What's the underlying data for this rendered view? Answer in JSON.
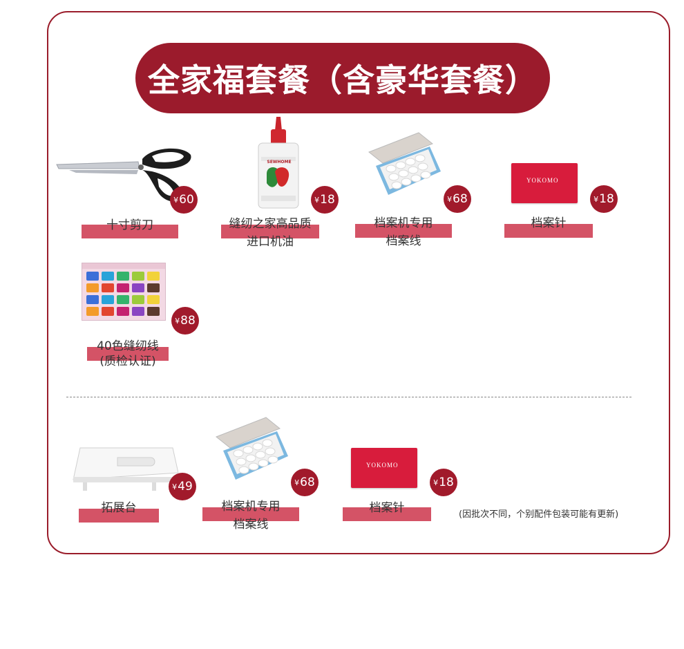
{
  "title": "全家福套餐（含豪华套餐）",
  "section1": {
    "items": [
      {
        "name": "十寸剪刀",
        "price": "60"
      },
      {
        "name_line1": "缝纫之家高品质",
        "name_line2": "进口机油",
        "price": "18",
        "bottle_brand": "SEWHOME"
      },
      {
        "name_line1": "档案机专用",
        "name_line2": "档案线",
        "price": "68"
      },
      {
        "name": "档案针",
        "price": "18",
        "pack_brand": "YOKOMO"
      },
      {
        "name_line1": "40色缝纫线",
        "name_line2": "(质检认证)",
        "price": "88"
      }
    ]
  },
  "section2": {
    "items": [
      {
        "name": "拓展台",
        "price": "49"
      },
      {
        "name_line1": "档案机专用",
        "name_line2": "档案线",
        "price": "68"
      },
      {
        "name": "档案针",
        "price": "18",
        "pack_brand": "YOKOMO"
      }
    ],
    "note": "(因批次不同，个别配件包装可能有更新)"
  },
  "currency": "¥",
  "colors": {
    "brand": "#9b1b2c",
    "label_bar": "#d24a5e"
  }
}
